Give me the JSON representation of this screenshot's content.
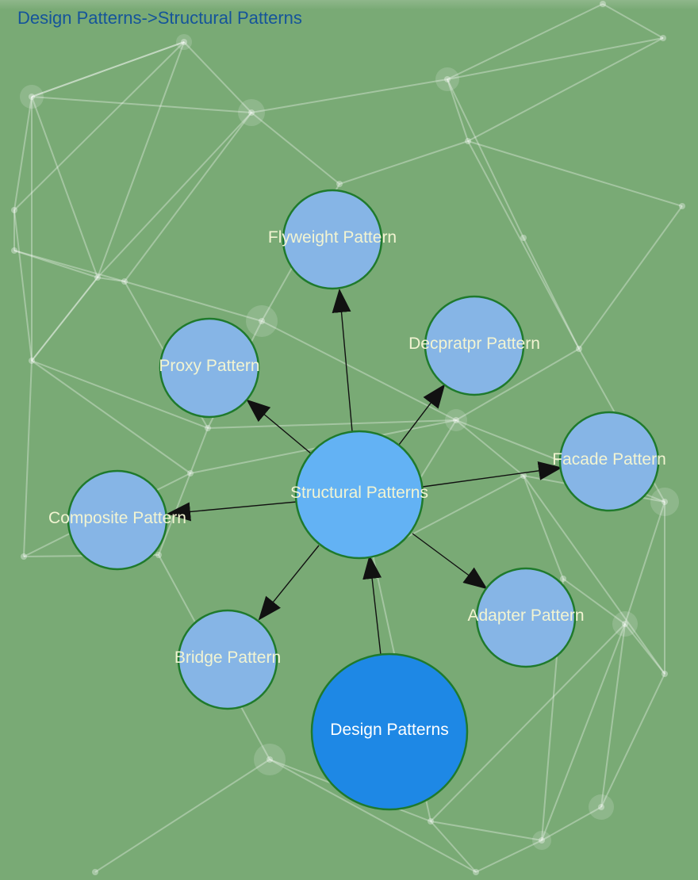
{
  "breadcrumb": {
    "root": "Design Patterns",
    "separator": "->",
    "current": "Structural Patterns"
  },
  "colors": {
    "background": "#79aa75",
    "node_fill": "#86b5e6",
    "center_fill": "#63b2f4",
    "root_fill": "#1e88e5",
    "node_stroke": "#1f7a2c",
    "edge": "#111111",
    "breadcrumb_text": "#15549a",
    "label_text": "#f2f4d2"
  },
  "diagram": {
    "nodes": [
      {
        "id": "structural",
        "label": "Structural Patterns"
      },
      {
        "id": "flyweight",
        "label": "Flyweight Pattern"
      },
      {
        "id": "decorator",
        "label": "Decpratpr Pattern"
      },
      {
        "id": "proxy",
        "label": "Proxy Pattern"
      },
      {
        "id": "facade",
        "label": "Facade Pattern"
      },
      {
        "id": "composite",
        "label": "Composite Pattern"
      },
      {
        "id": "adapter",
        "label": "Adapter Pattern"
      },
      {
        "id": "bridge",
        "label": "Bridge Pattern"
      },
      {
        "id": "design",
        "label": "Design Patterns"
      }
    ],
    "edges": [
      {
        "from": "structural",
        "to": "flyweight"
      },
      {
        "from": "structural",
        "to": "decorator"
      },
      {
        "from": "structural",
        "to": "proxy"
      },
      {
        "from": "structural",
        "to": "facade"
      },
      {
        "from": "structural",
        "to": "composite"
      },
      {
        "from": "structural",
        "to": "adapter"
      },
      {
        "from": "structural",
        "to": "bridge"
      },
      {
        "from": "design",
        "to": "structural"
      }
    ]
  }
}
